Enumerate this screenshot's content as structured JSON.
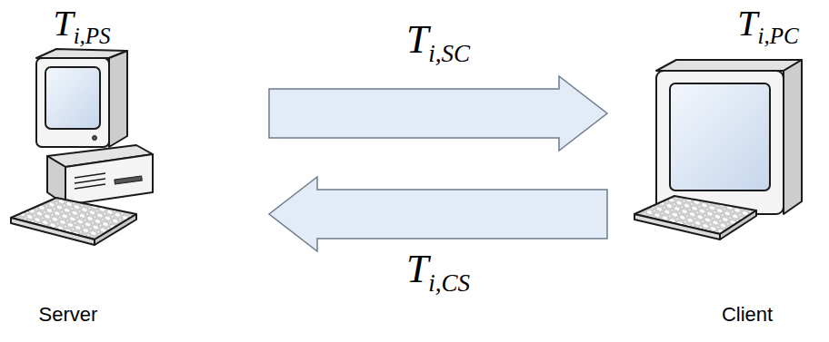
{
  "diagram": {
    "nodes": [
      {
        "text": [
          "Ti,PS",
          "Server"
        ]
      },
      {
        "text": [
          "Ti,PC",
          "Client"
        ]
      }
    ],
    "edges": [
      {
        "from": 0,
        "to": 1,
        "arrow": "to",
        "label": "Ti,SC"
      },
      {
        "from": 1,
        "to": 0,
        "arrow": "to",
        "label": "Ti,CS"
      }
    ]
  }
}
